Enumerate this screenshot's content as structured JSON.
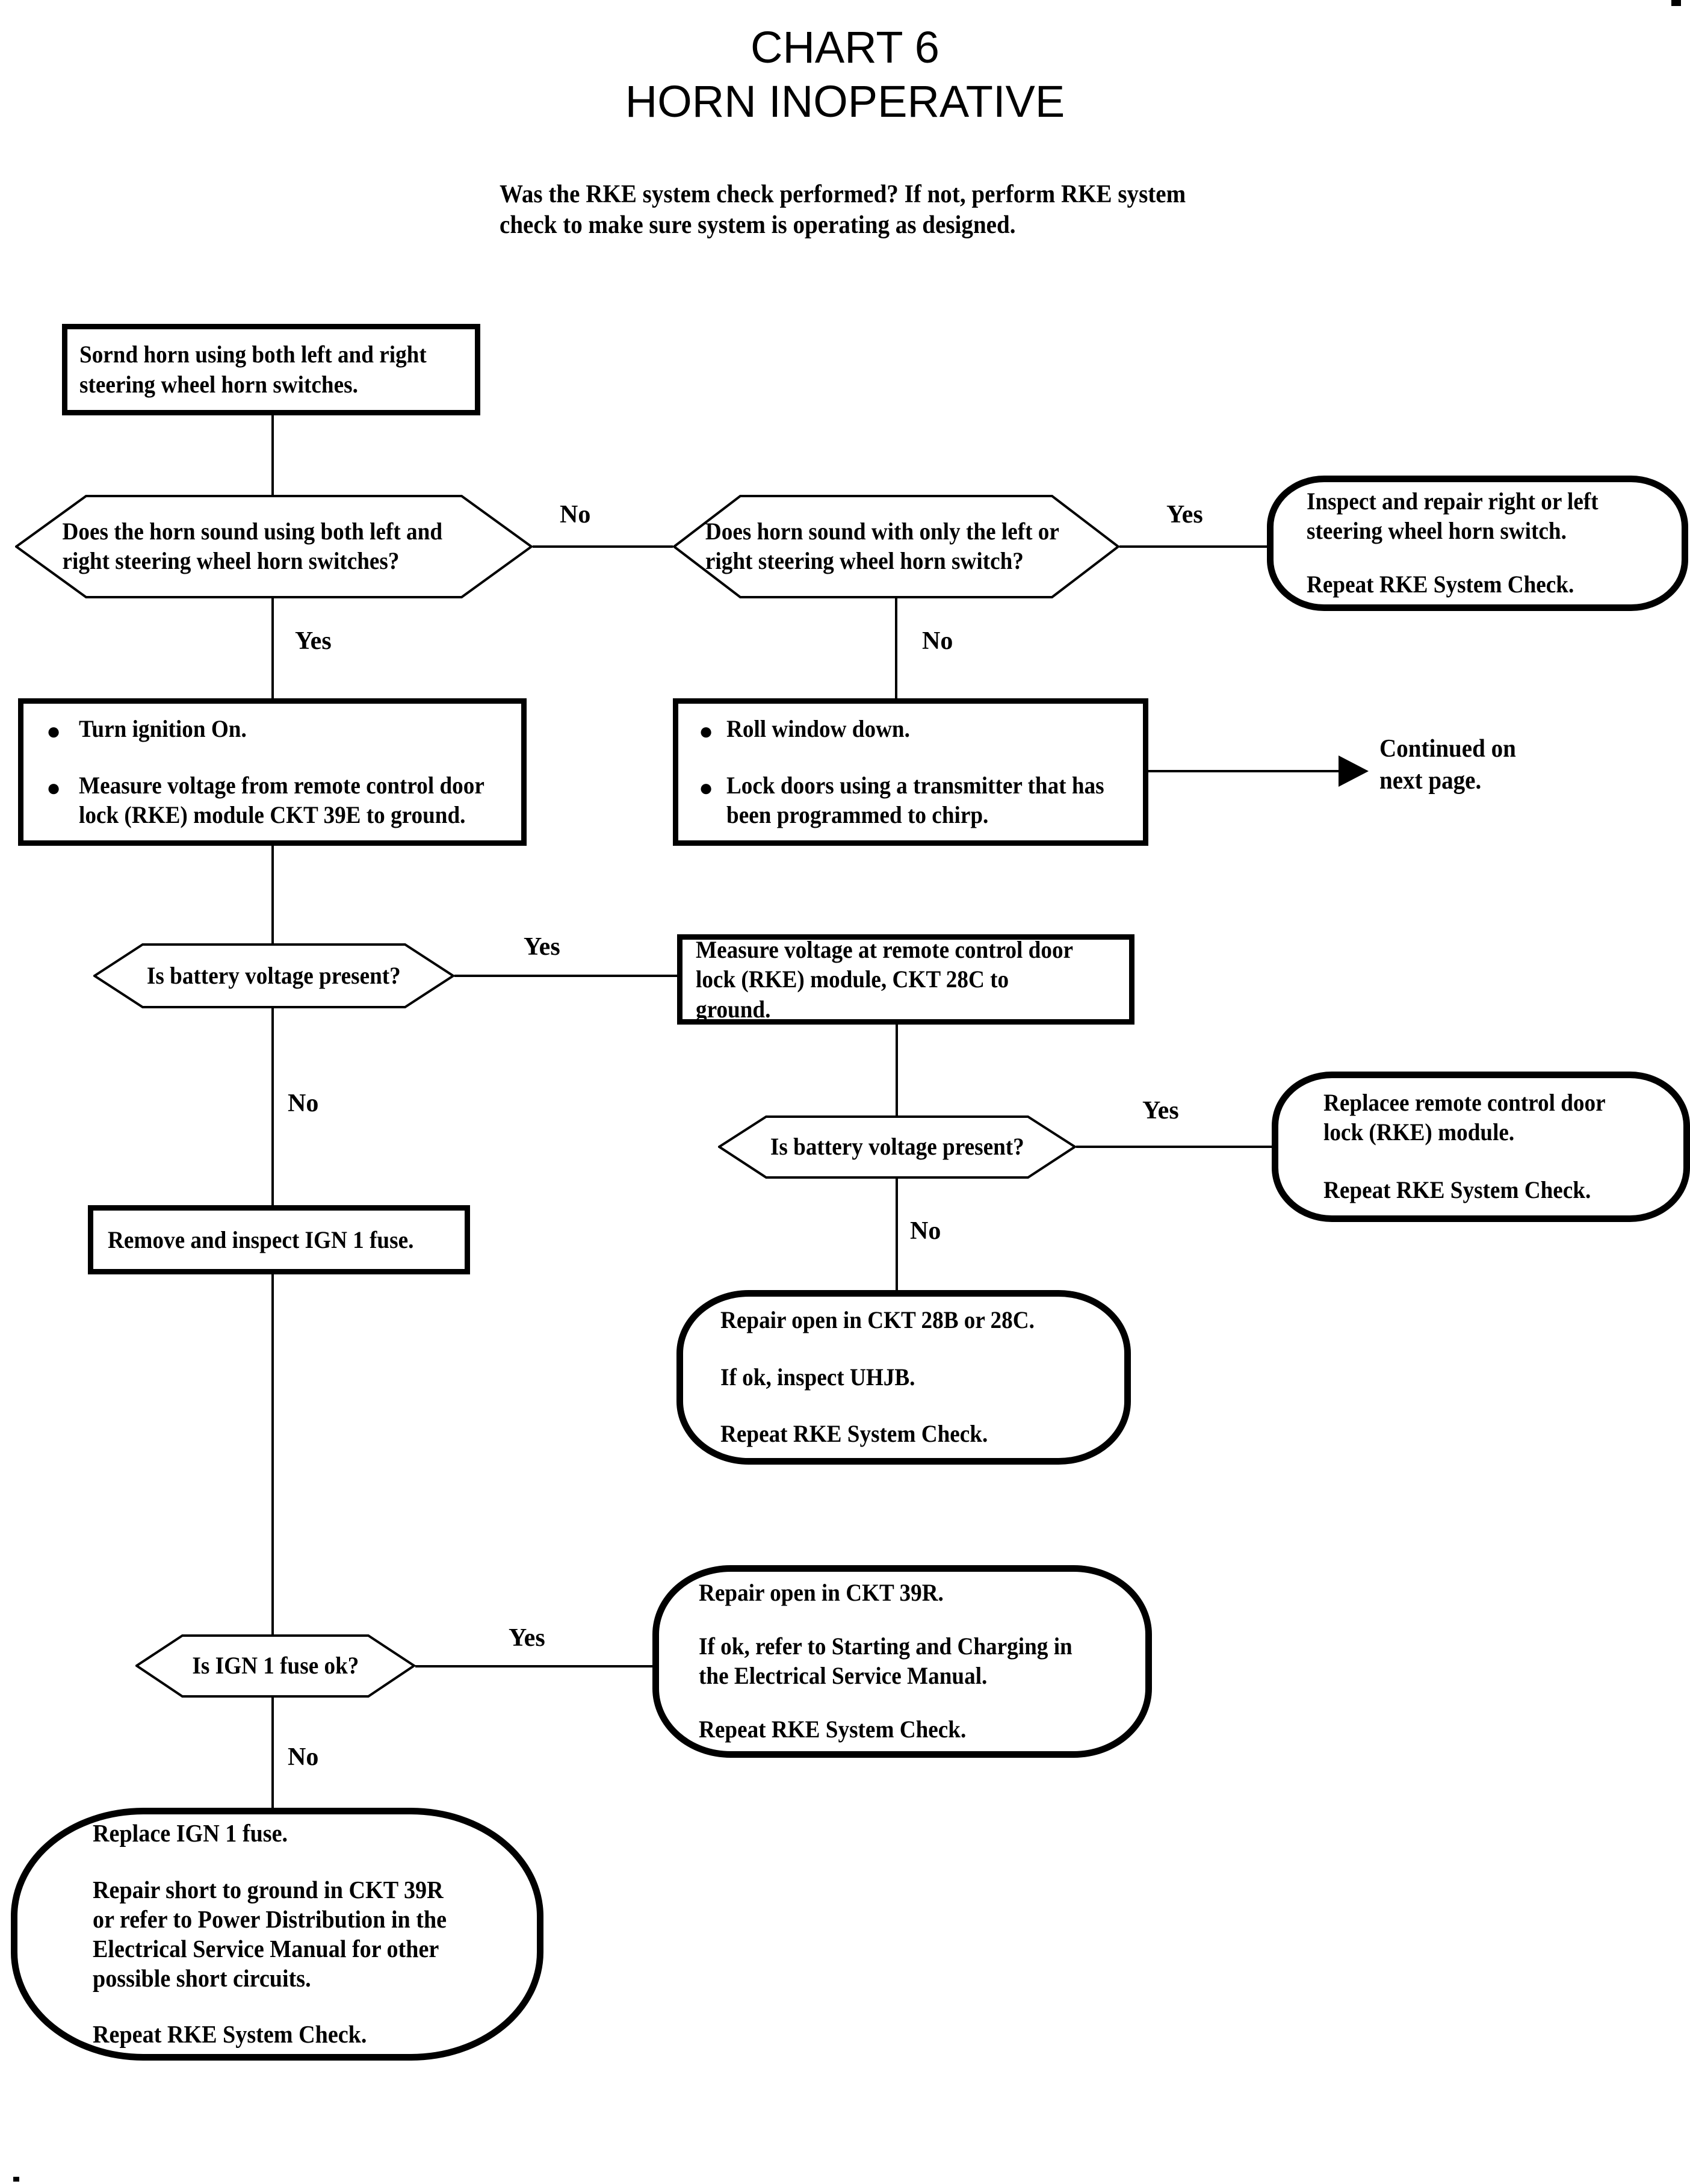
{
  "colors": {
    "ink": "#000000",
    "paper": "#ffffff"
  },
  "title": {
    "line1": "CHART 6",
    "line2": "HORN INOPERATIVE"
  },
  "intro": "Was the RKE system check performed? If not, perform RKE system check to make sure system is operating as designed.",
  "labels": {
    "yes": "Yes",
    "no": "No"
  },
  "continued_note": "Continued on next page.",
  "nodes": {
    "start": {
      "text": "Sornd horn using both left and right steering wheel horn switches."
    },
    "q_both": {
      "text": "Does the horn sound using both left and right steering wheel horn switches?"
    },
    "q_single": {
      "text": "Does horn sound with only the left or right steering wheel horn switch?"
    },
    "t_switch": {
      "p1": "Inspect and repair right or left steering wheel horn switch.",
      "p2": "Repeat RKE System Check."
    },
    "p_ign": {
      "b1": "Turn ignition On.",
      "b2": "Measure voltage from remote control door lock (RKE) module CKT 39E to ground."
    },
    "p_window": {
      "b1": "Roll window down.",
      "b2": "Lock doors using a transmitter that has been programmed to chirp."
    },
    "q_batt1": {
      "text": "Is battery voltage present?"
    },
    "p_28c": {
      "text": "Measure voltage at remote control door lock (RKE) module, CKT 28C to ground."
    },
    "q_batt2": {
      "text": "Is battery voltage present?"
    },
    "t_rke": {
      "p1": "Replacee remote control door lock (RKE) module.",
      "p2": "Repeat RKE System Check."
    },
    "p_fuse": {
      "text": "Remove and inspect IGN 1 fuse."
    },
    "t_28b": {
      "p1": "Repair open in CKT 28B or 28C.",
      "p2": "If ok, inspect UHJB.",
      "p3": "Repeat RKE System Check."
    },
    "q_fuse": {
      "text": "Is IGN 1 fuse ok?"
    },
    "t_39r": {
      "p1": "Repair open in CKT 39R.",
      "p2": "If ok, refer to Starting and Charging in the Electrical Service Manual.",
      "p3": "Repeat RKE System Check."
    },
    "t_fuse": {
      "p1": "Replace IGN 1 fuse.",
      "p2": "Repair short to ground in CKT 39R or refer to Power Distribution in the Electrical Service Manual for other possible short circuits.",
      "p3": "Repeat RKE System Check."
    }
  },
  "edges": [
    {
      "from": "start",
      "to": "q_both",
      "label": ""
    },
    {
      "from": "q_both",
      "to": "q_single",
      "label": "No"
    },
    {
      "from": "q_both",
      "to": "p_ign",
      "label": "Yes"
    },
    {
      "from": "q_single",
      "to": "t_switch",
      "label": "Yes"
    },
    {
      "from": "q_single",
      "to": "p_window",
      "label": "No"
    },
    {
      "from": "p_window",
      "to": "continued-on-next-page",
      "label": ""
    },
    {
      "from": "p_ign",
      "to": "q_batt1",
      "label": ""
    },
    {
      "from": "q_batt1",
      "to": "p_28c",
      "label": "Yes"
    },
    {
      "from": "q_batt1",
      "to": "p_fuse",
      "label": "No"
    },
    {
      "from": "p_28c",
      "to": "q_batt2",
      "label": ""
    },
    {
      "from": "q_batt2",
      "to": "t_rke",
      "label": "Yes"
    },
    {
      "from": "q_batt2",
      "to": "t_28b",
      "label": "No"
    },
    {
      "from": "p_fuse",
      "to": "q_fuse",
      "label": ""
    },
    {
      "from": "q_fuse",
      "to": "t_39r",
      "label": "Yes"
    },
    {
      "from": "q_fuse",
      "to": "t_fuse",
      "label": "No"
    }
  ]
}
